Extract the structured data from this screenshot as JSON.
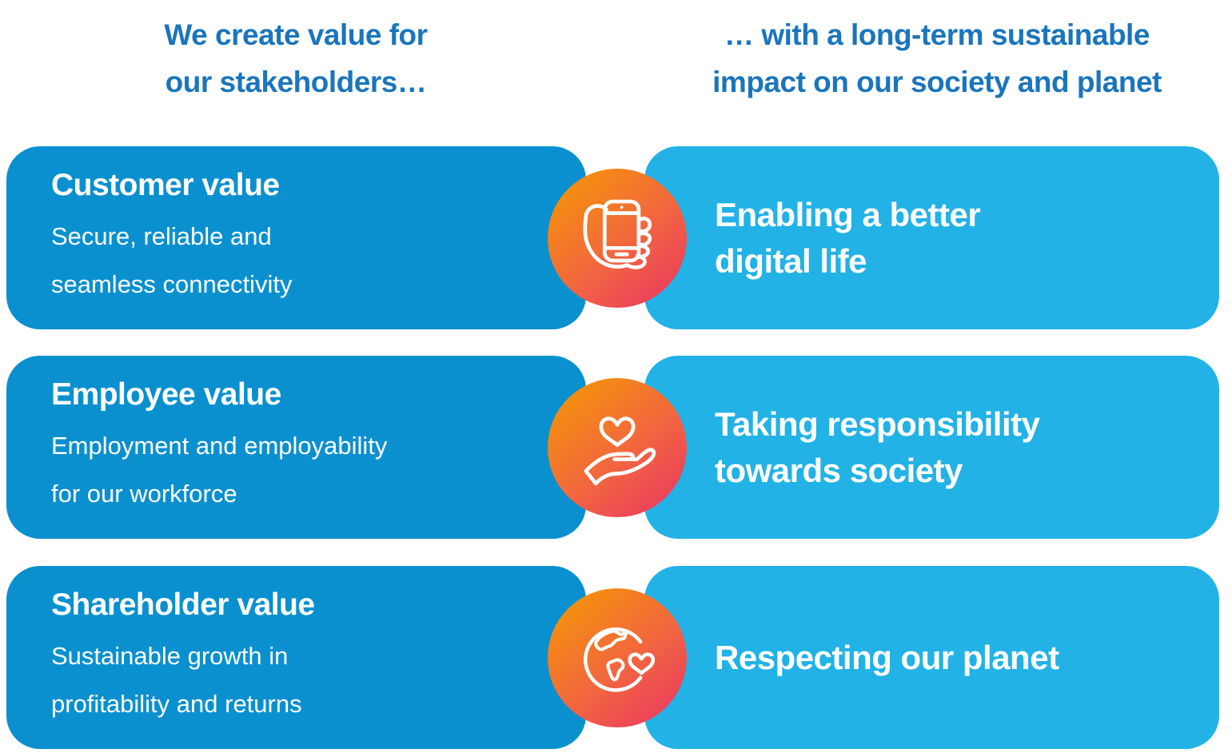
{
  "headers": {
    "left": "We create value for\nour stakeholders…",
    "right": "… with a long-term sustainable\nimpact on our society and planet"
  },
  "rows": [
    {
      "left_title": "Customer value",
      "left_body": "Secure, reliable and\nseamless connectivity",
      "icon": "hand-holding-phone-icon",
      "right_text": "Enabling a better\ndigital life"
    },
    {
      "left_title": "Employee value",
      "left_body": "Employment and employability\nfor our workforce",
      "icon": "heart-in-hand-icon",
      "right_text": "Taking responsibility\ntowards society"
    },
    {
      "left_title": "Shareholder value",
      "left_body": "Sustainable growth in\nprofitability and returns",
      "icon": "globe-with-heart-icon",
      "right_text": "Respecting our planet"
    }
  ],
  "colors": {
    "background": "#ffffff",
    "header_text": "#1a75bc",
    "left_card": "#0a90cf",
    "right_card": "#22b2e6",
    "card_text": "#ffffff",
    "icon_gradient_top": "#f59b00",
    "icon_gradient_mid": "#f2663f",
    "icon_gradient_bottom": "#e93366"
  }
}
